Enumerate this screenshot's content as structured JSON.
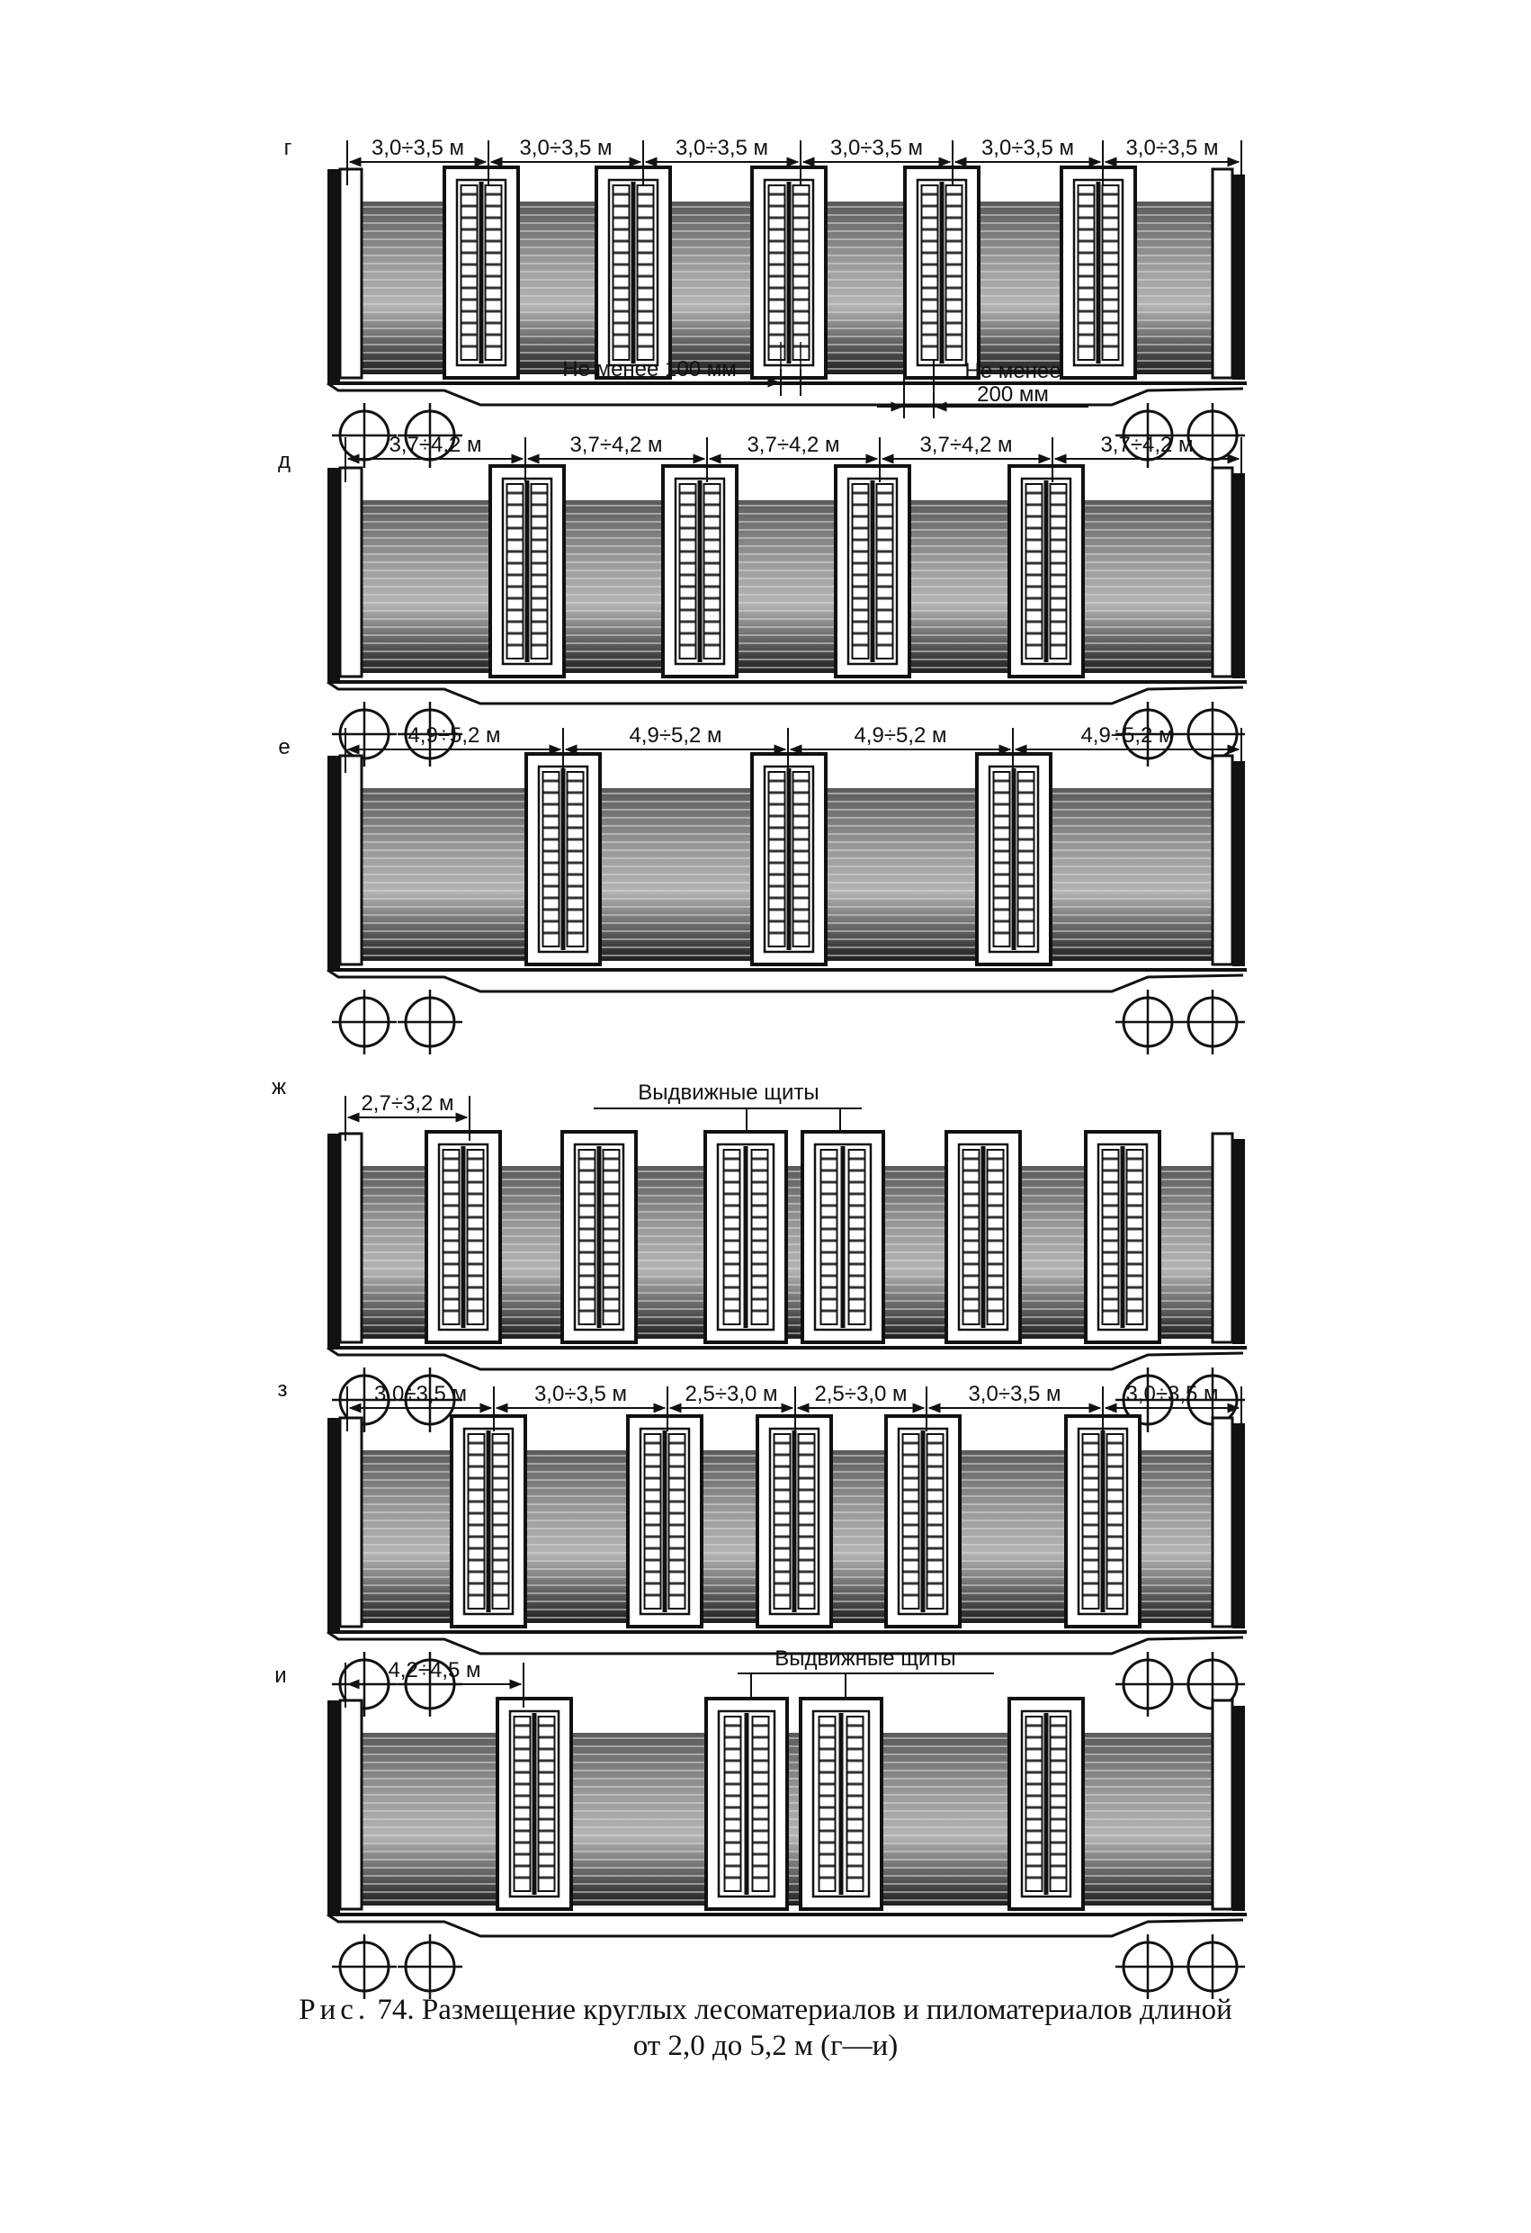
{
  "panels": [
    {
      "letter": "г",
      "dims": [
        "3,0÷3,5 м",
        "3,0÷3,5 м",
        "3,0÷3,5 м",
        "3,0÷3,5 м",
        "3,0÷3,5 м",
        "3,0÷3,5 м"
      ],
      "notes": [
        {
          "text": "Не менее 100 мм"
        },
        {
          "text": "Не менее"
        },
        {
          "text": "200 мм"
        }
      ]
    },
    {
      "letter": "д",
      "dims": [
        "3,7÷4,2 м",
        "3,7÷4,2 м",
        "3,7÷4,2 м",
        "3,7÷4,2 м",
        "3,7÷4,2 м"
      ]
    },
    {
      "letter": "е",
      "dims": [
        "4,9÷5,2 м",
        "4,9÷5,2 м",
        "4,9÷5,2 м",
        "4,9÷5,2 м"
      ]
    },
    {
      "letter": "ж",
      "dims": [
        "2,7÷3,2 м"
      ],
      "label": "Выдвижные щиты"
    },
    {
      "letter": "з",
      "dims": [
        "3,0÷3,5 м",
        "3,0÷3,5 м",
        "2,5÷3,0 м",
        "2,5÷3,0 м",
        "3,0÷3,5 м",
        "3,0÷3,5 м"
      ]
    },
    {
      "letter": "и",
      "dims": [
        "4,2÷4,5 м"
      ],
      "label": "Выдвижные щиты"
    }
  ],
  "caption": {
    "prefix": "Рис.",
    "line1": "74. Размещение круглых лесоматериалов и пиломатериалов длиной",
    "line2": "от 2,0 до 5,2 м (г—и)"
  }
}
